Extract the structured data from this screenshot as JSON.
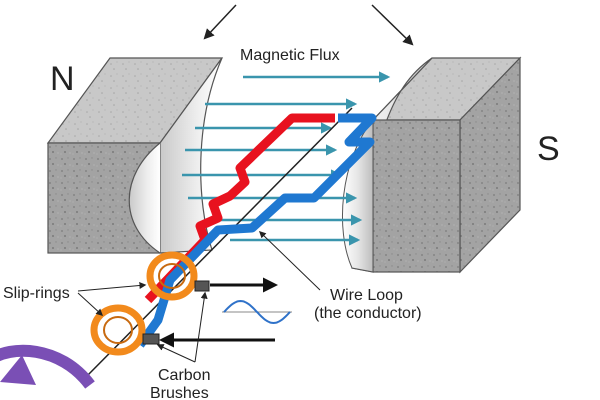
{
  "labels": {
    "north_pole": "N",
    "south_pole": "S",
    "magnetic_flux": "Magnetic Flux",
    "slip_rings": "Slip-rings",
    "wire_loop_line1": "Wire Loop",
    "wire_loop_line2": "(the conductor)",
    "carbon_line1": "Carbon",
    "carbon_line2": "Brushes"
  },
  "colors": {
    "flux_arrow": "#3a95ad",
    "wire_red": "#e8121f",
    "wire_blue": "#1f78d1",
    "slip_ring": "#f28a1c",
    "magnet_face": "#9a9a9a",
    "magnet_top": "#c2c2c2",
    "rotation_arrow": "#7a4fb5",
    "sine_wave": "#2f72c9"
  }
}
